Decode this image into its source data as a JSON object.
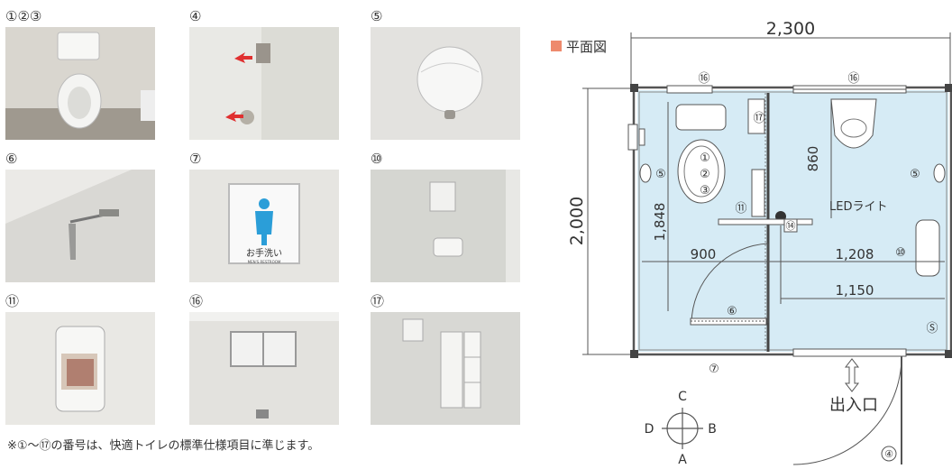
{
  "photos": [
    {
      "label": "①②③",
      "subject": "toilet"
    },
    {
      "label": "④",
      "subject": "door-lock"
    },
    {
      "label": "⑤",
      "subject": "ceiling-light"
    },
    {
      "label": "⑥",
      "subject": "handrail"
    },
    {
      "label": "⑦",
      "subject": "restroom-sign",
      "sign_text": "お手洗い",
      "sign_subtext": "MEN'S RESTROOM"
    },
    {
      "label": "⑩",
      "subject": "hand-wash-basin"
    },
    {
      "label": "⑪",
      "subject": "paper-dispenser"
    },
    {
      "label": "⑯",
      "subject": "window"
    },
    {
      "label": "⑰",
      "subject": "shelf-cabinet"
    }
  ],
  "footnote": "※①～⑰の番号は、快適トイレの標準仕様項目に準じます。",
  "plan": {
    "legend_label": "平面図",
    "legend_color": "#ee8a6d",
    "floor_color": "#d6ebf5",
    "dimensions": {
      "width_total": "2,300",
      "depth_total": "2,000",
      "d1848": "1,848",
      "d900": "900",
      "d1208": "1,208",
      "d1150": "1,150",
      "d860": "860"
    },
    "labels": {
      "window_left": "⑯",
      "window_right": "⑯",
      "toilet_nums": [
        "①",
        "②",
        "③"
      ],
      "cabinet": "⑰",
      "light_left": "⑤",
      "light_right": "⑤",
      "dispenser": "⑪",
      "urinal_item": "⑭",
      "led": "LEDライト",
      "basin": "⑩",
      "handrail": "⑥",
      "sign": "⑦",
      "door_lock": "④",
      "s_mark": "Ⓢ",
      "entrance": "出入口"
    },
    "compass": {
      "north": "C",
      "south": "A",
      "east": "B",
      "west": "D"
    }
  }
}
